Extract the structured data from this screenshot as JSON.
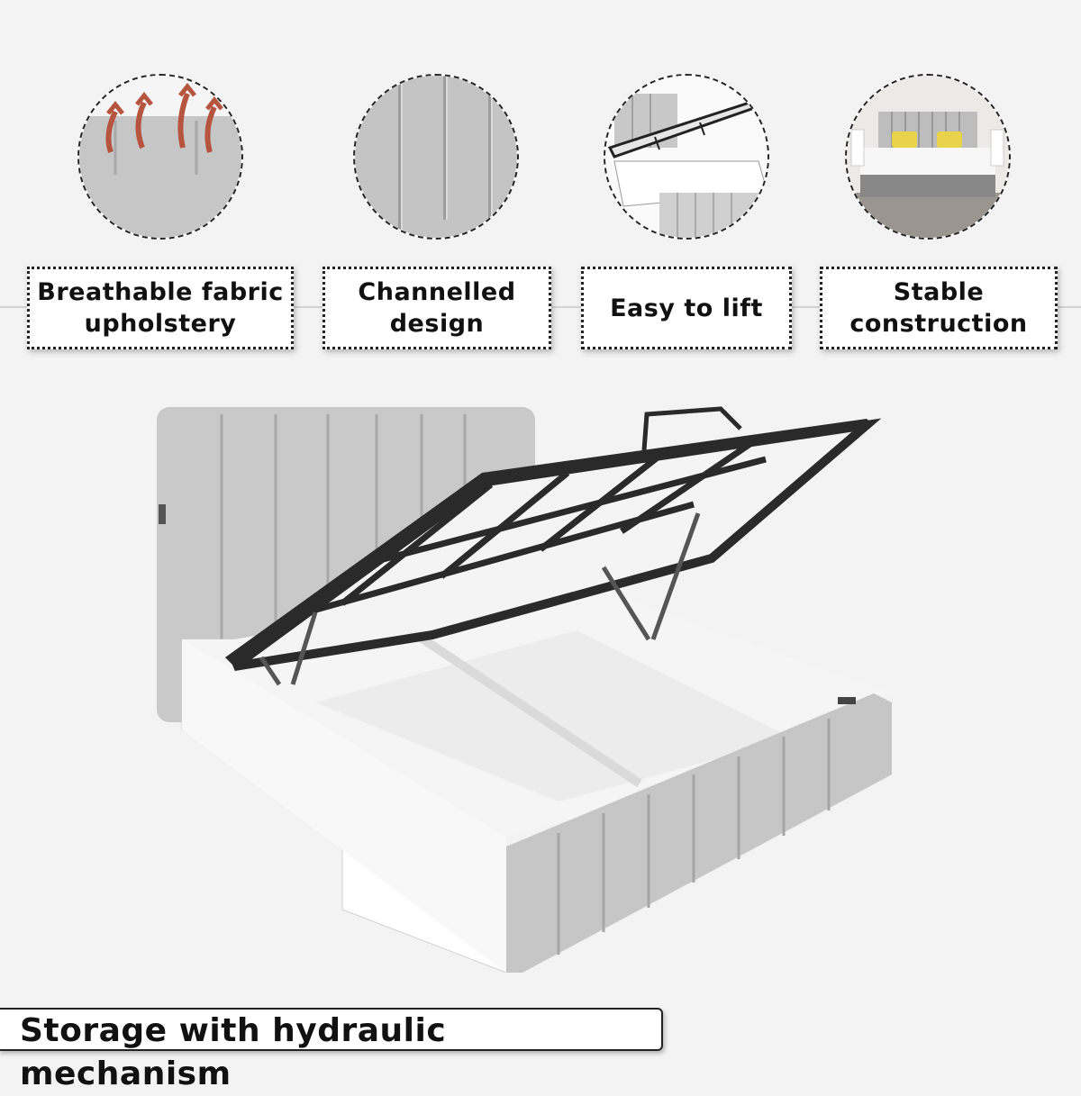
{
  "features": [
    {
      "label": "Breathable fabric\nupholstery",
      "icon": "breathable-fabric-icon"
    },
    {
      "label": "Channelled\ndesign",
      "icon": "channelled-fabric-icon"
    },
    {
      "label": "Easy to lift",
      "icon": "lift-bed-icon"
    },
    {
      "label": "Stable\nconstruction",
      "icon": "bedroom-bed-icon"
    }
  ],
  "caption": "Storage with hydraulic mechanism",
  "colors": {
    "background": "#f3f3f3",
    "fabric": "#c9c9c9",
    "frame": "#2a2a2a",
    "arrow": "#c0392b"
  }
}
